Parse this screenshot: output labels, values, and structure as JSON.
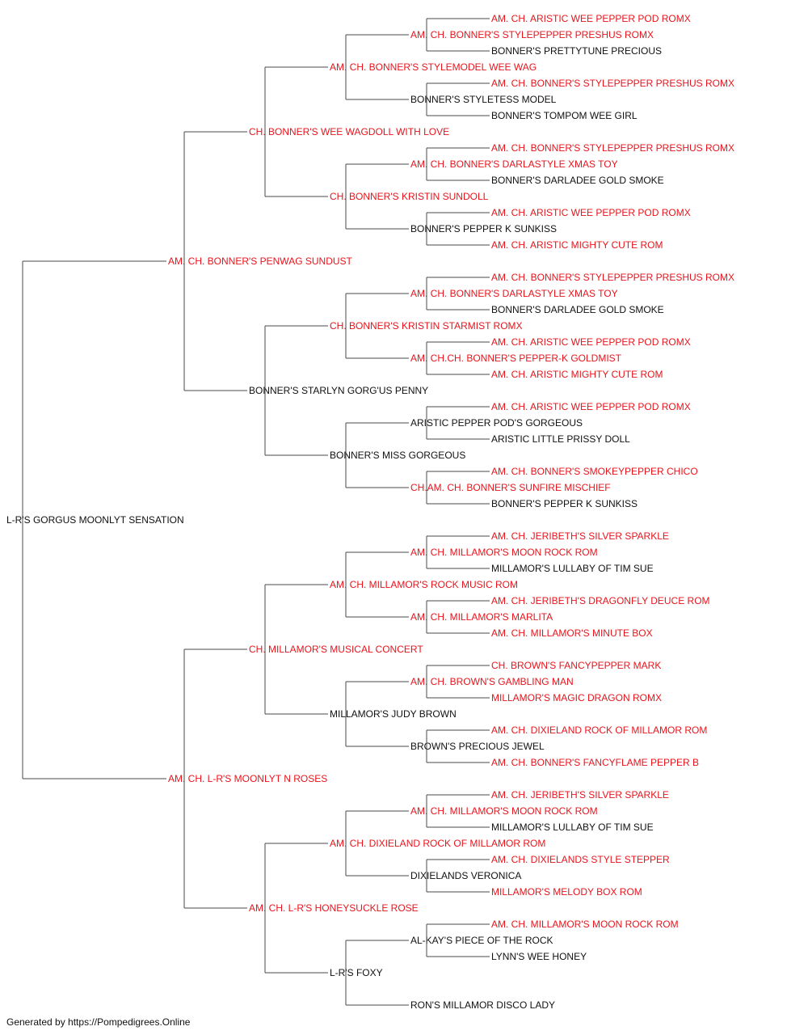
{
  "colors": {
    "champion": "#e8141c",
    "plain": "#111111",
    "line": "#4a4a4a"
  },
  "pedigree": {
    "name": "L-R'S GORGUS MOONLYT SENSATION",
    "titled": false,
    "sire": {
      "name": "AM. CH. BONNER'S PENWAG SUNDUST",
      "titled": true,
      "sire": {
        "name": "CH. BONNER'S WEE WAGDOLL WITH LOVE",
        "titled": true,
        "sire": {
          "name": "AM. CH. BONNER'S STYLEMODEL WEE WAG",
          "titled": true,
          "sire": {
            "name": "AM. CH. BONNER'S STYLEPEPPER PRESHUS ROMX",
            "titled": true,
            "sire": {
              "name": "AM. CH. ARISTIC WEE PEPPER POD ROMX",
              "titled": true
            },
            "dam": {
              "name": "BONNER'S PRETTYTUNE PRECIOUS",
              "titled": false
            }
          },
          "dam": {
            "name": "BONNER'S STYLETESS MODEL",
            "titled": false,
            "sire": {
              "name": "AM. CH. BONNER'S STYLEPEPPER PRESHUS ROMX",
              "titled": true
            },
            "dam": {
              "name": "BONNER'S TOMPOM WEE GIRL",
              "titled": false
            }
          }
        },
        "dam": {
          "name": "CH. BONNER'S KRISTIN SUNDOLL",
          "titled": true,
          "sire": {
            "name": "AM. CH. BONNER'S DARLASTYLE XMAS TOY",
            "titled": true,
            "sire": {
              "name": "AM. CH. BONNER'S STYLEPEPPER PRESHUS ROMX",
              "titled": true
            },
            "dam": {
              "name": "BONNER'S DARLADEE GOLD SMOKE",
              "titled": false
            }
          },
          "dam": {
            "name": "BONNER'S PEPPER K SUNKISS",
            "titled": false,
            "sire": {
              "name": "AM. CH. ARISTIC WEE PEPPER POD ROMX",
              "titled": true
            },
            "dam": {
              "name": "AM. CH. ARISTIC MIGHTY CUTE ROM",
              "titled": true
            }
          }
        }
      },
      "dam": {
        "name": "BONNER'S STARLYN GORG'US PENNY",
        "titled": false,
        "sire": {
          "name": "CH. BONNER'S KRISTIN STARMIST ROMX",
          "titled": true,
          "sire": {
            "name": "AM. CH. BONNER'S DARLASTYLE XMAS TOY",
            "titled": true,
            "sire": {
              "name": "AM. CH. BONNER'S STYLEPEPPER PRESHUS ROMX",
              "titled": true
            },
            "dam": {
              "name": "BONNER'S DARLADEE GOLD SMOKE",
              "titled": false
            }
          },
          "dam": {
            "name": "AM. CH.CH. BONNER'S PEPPER-K GOLDMIST",
            "titled": true,
            "sire": {
              "name": "AM. CH. ARISTIC WEE PEPPER POD ROMX",
              "titled": true
            },
            "dam": {
              "name": "AM. CH. ARISTIC MIGHTY CUTE ROM",
              "titled": true
            }
          }
        },
        "dam": {
          "name": "BONNER'S MISS GORGEOUS",
          "titled": false,
          "sire": {
            "name": "ARISTIC PEPPER POD'S GORGEOUS",
            "titled": false,
            "sire": {
              "name": "AM. CH. ARISTIC WEE PEPPER POD ROMX",
              "titled": true
            },
            "dam": {
              "name": "ARISTIC LITTLE PRISSY DOLL",
              "titled": false
            }
          },
          "dam": {
            "name": "CH.AM. CH. BONNER'S SUNFIRE MISCHIEF",
            "titled": true,
            "sire": {
              "name": "AM. CH. BONNER'S SMOKEYPEPPER CHICO",
              "titled": true
            },
            "dam": {
              "name": "BONNER'S PEPPER K SUNKISS",
              "titled": false
            }
          }
        }
      }
    },
    "dam": {
      "name": "AM. CH. L-R'S MOONLYT N ROSES",
      "titled": true,
      "sire": {
        "name": "CH. MILLAMOR'S MUSICAL CONCERT",
        "titled": true,
        "sire": {
          "name": "AM. CH. MILLAMOR'S ROCK MUSIC ROM",
          "titled": true,
          "sire": {
            "name": "AM. CH. MILLAMOR'S MOON ROCK ROM",
            "titled": true,
            "sire": {
              "name": "AM. CH. JERIBETH'S SILVER SPARKLE",
              "titled": true
            },
            "dam": {
              "name": "MILLAMOR'S LULLABY OF TIM SUE",
              "titled": false
            }
          },
          "dam": {
            "name": "AM. CH. MILLAMOR'S MARLITA",
            "titled": true,
            "sire": {
              "name": "AM. CH. JERIBETH'S DRAGONFLY DEUCE ROM",
              "titled": true
            },
            "dam": {
              "name": "AM. CH. MILLAMOR'S MINUTE BOX",
              "titled": true
            }
          }
        },
        "dam": {
          "name": "MILLAMOR'S JUDY BROWN",
          "titled": false,
          "sire": {
            "name": "AM. CH. BROWN'S GAMBLING MAN",
            "titled": true,
            "sire": {
              "name": "CH. BROWN'S FANCYPEPPER MARK",
              "titled": true
            },
            "dam": {
              "name": "MILLAMOR'S MAGIC DRAGON ROMX",
              "titled": true
            }
          },
          "dam": {
            "name": "BROWN'S PRECIOUS JEWEL",
            "titled": false,
            "sire": {
              "name": "AM. CH. DIXIELAND ROCK OF MILLAMOR ROM",
              "titled": true
            },
            "dam": {
              "name": "AM. CH. BONNER'S FANCYFLAME PEPPER B",
              "titled": true
            }
          }
        }
      },
      "dam": {
        "name": "AM. CH. L-R'S HONEYSUCKLE ROSE",
        "titled": true,
        "sire": {
          "name": "AM. CH. DIXIELAND ROCK OF MILLAMOR ROM",
          "titled": true,
          "sire": {
            "name": "AM. CH. MILLAMOR'S MOON ROCK ROM",
            "titled": true,
            "sire": {
              "name": "AM. CH. JERIBETH'S SILVER SPARKLE",
              "titled": true
            },
            "dam": {
              "name": "MILLAMOR'S LULLABY OF TIM SUE",
              "titled": false
            }
          },
          "dam": {
            "name": "DIXIELANDS VERONICA",
            "titled": false,
            "sire": {
              "name": "AM. CH. DIXIELANDS STYLE STEPPER",
              "titled": true
            },
            "dam": {
              "name": "MILLAMOR'S MELODY BOX ROM",
              "titled": true
            }
          }
        },
        "dam": {
          "name": "L-R'S FOXY",
          "titled": false,
          "sire": {
            "name": "AL-KAY'S PIECE OF THE ROCK",
            "titled": false,
            "sire": {
              "name": "AM. CH. MILLAMOR'S MOON ROCK ROM",
              "titled": true
            },
            "dam": {
              "name": "LYNN'S WEE HONEY",
              "titled": false
            }
          },
          "dam": {
            "name": "RON'S MILLAMOR DISCO LADY",
            "titled": false
          }
        }
      }
    }
  },
  "footer": {
    "text": "Generated by https://Pompedigrees.Online"
  }
}
